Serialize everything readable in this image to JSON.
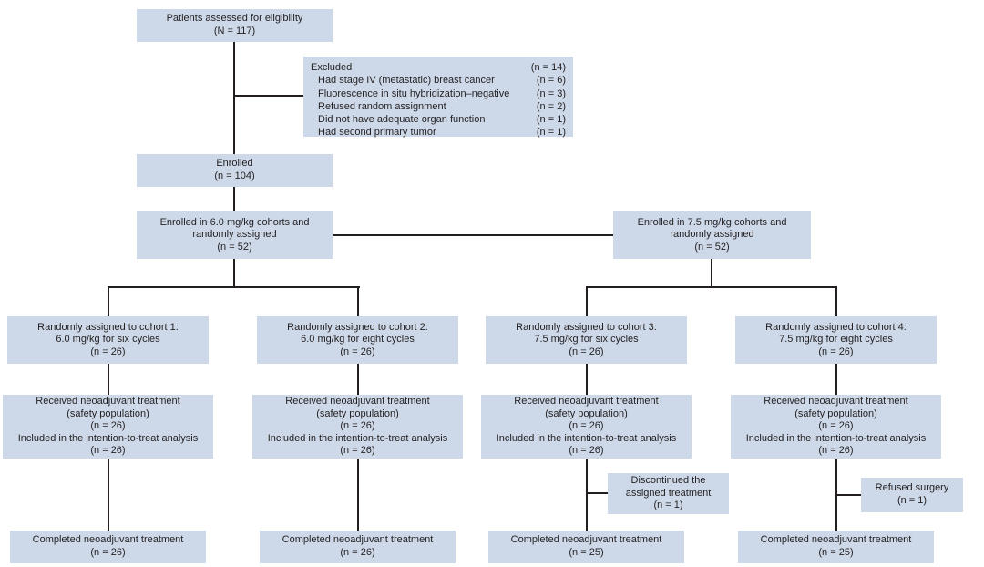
{
  "colors": {
    "background": "#ffffff",
    "box_fill": "#cdd9e9",
    "line": "#231f20",
    "text": "#231f20"
  },
  "flow": {
    "eligibility": {
      "lines": [
        "Patients assessed for eligibility",
        "(N = 117)"
      ]
    },
    "excluded": {
      "title": "Excluded",
      "title_count": "(n = 14)",
      "rows": [
        {
          "label": "Had stage IV (metastatic) breast cancer",
          "count": "(n = 6)"
        },
        {
          "label": "Fluorescence in situ hybridization–negative",
          "count": "(n = 3)"
        },
        {
          "label": "Refused random assignment",
          "count": "(n = 2)"
        },
        {
          "label": "Did not have adequate organ function",
          "count": "(n = 1)"
        },
        {
          "label": "Had second primary tumor",
          "count": "(n = 1)"
        }
      ]
    },
    "enrolled": {
      "lines": [
        "Enrolled",
        "(n = 104)"
      ]
    },
    "arm_60": {
      "lines": [
        "Enrolled in 6.0 mg/kg cohorts and",
        "randomly assigned",
        "(n = 52)"
      ]
    },
    "arm_75": {
      "lines": [
        "Enrolled in 7.5 mg/kg cohorts and",
        "randomly assigned",
        "(n = 52)"
      ]
    },
    "cohort1": {
      "lines": [
        "Randomly assigned to cohort 1:",
        "6.0 mg/kg for six cycles",
        "(n = 26)"
      ]
    },
    "cohort2": {
      "lines": [
        "Randomly assigned to cohort 2:",
        "6.0 mg/kg for eight cycles",
        "(n = 26)"
      ]
    },
    "cohort3": {
      "lines": [
        "Randomly assigned to cohort 3:",
        "7.5 mg/kg for six cycles",
        "(n = 26)"
      ]
    },
    "cohort4": {
      "lines": [
        "Randomly assigned to cohort 4:",
        "7.5 mg/kg for eight cycles",
        "(n = 26)"
      ]
    },
    "received1": {
      "lines": [
        "Received neoadjuvant treatment",
        "(safety population)",
        "(n = 26)",
        "Included in the intention-to-treat analysis",
        "(n = 26)"
      ]
    },
    "received2": {
      "lines": [
        "Received neoadjuvant treatment",
        "(safety population)",
        "(n = 26)",
        "Included in the intention-to-treat analysis",
        "(n = 26)"
      ]
    },
    "received3": {
      "lines": [
        "Received neoadjuvant treatment",
        "(safety population)",
        "(n = 26)",
        "Included in the intention-to-treat analysis",
        "(n = 26)"
      ]
    },
    "received4": {
      "lines": [
        "Received neoadjuvant treatment",
        "(safety population)",
        "(n = 26)",
        "Included in the intention-to-treat analysis",
        "(n = 26)"
      ]
    },
    "discontinued": {
      "lines": [
        "Discontinued the",
        "assigned treatment",
        "(n = 1)"
      ]
    },
    "refused": {
      "lines": [
        "Refused surgery",
        "(n = 1)"
      ]
    },
    "completed1": {
      "lines": [
        "Completed neoadjuvant treatment",
        "(n = 26)"
      ]
    },
    "completed2": {
      "lines": [
        "Completed neoadjuvant treatment",
        "(n = 26)"
      ]
    },
    "completed3": {
      "lines": [
        "Completed neoadjuvant treatment",
        "(n = 25)"
      ]
    },
    "completed4": {
      "lines": [
        "Completed neoadjuvant treatment",
        "(n = 25)"
      ]
    }
  }
}
